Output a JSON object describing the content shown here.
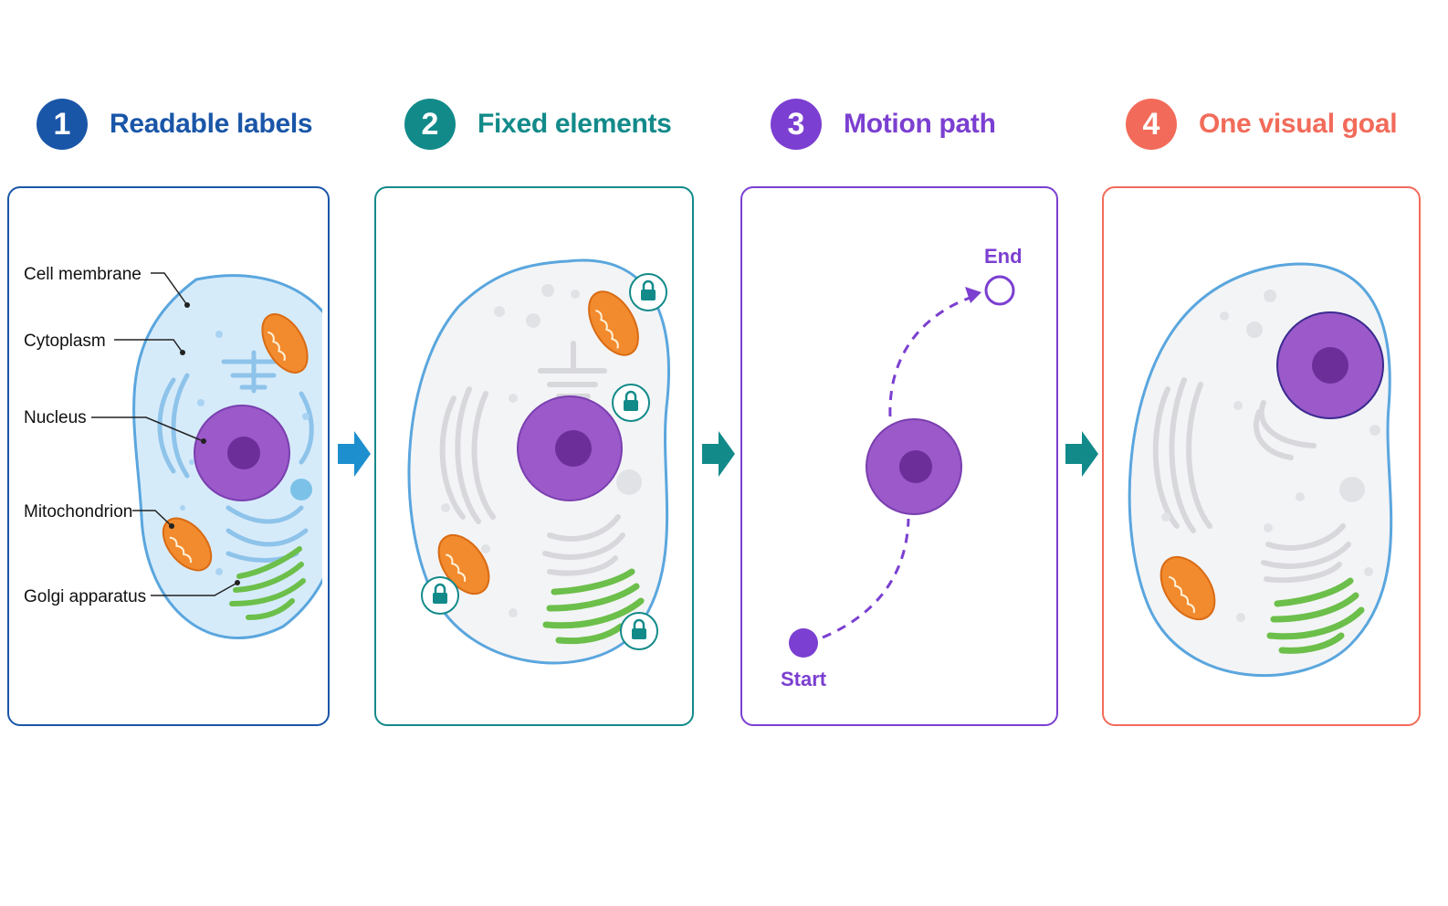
{
  "steps": [
    {
      "number": "1",
      "title": "Readable labels",
      "color": "#1a56a8"
    },
    {
      "number": "2",
      "title": "Fixed elements",
      "color": "#138a8a"
    },
    {
      "number": "3",
      "title": "Motion path",
      "color": "#7b3fd1"
    },
    {
      "number": "4",
      "title": "One visual goal",
      "color": "#f26b5a"
    }
  ],
  "labels": {
    "cell_membrane": "Cell membrane",
    "cytoplasm": "Cytoplasm",
    "nucleus": "Nucleus",
    "mitochondrion": "Mitochondrion",
    "golgi": "Golgi apparatus"
  },
  "motion": {
    "end_label": "End",
    "start_label": "Start"
  },
  "colors": {
    "arrow_blue": "#1e8fce",
    "arrow_teal": "#138a8a",
    "nucleus_fill": "#9b59c9",
    "nucleolus_fill": "#6c2f9a",
    "mito_fill": "#f28a2e",
    "golgi_green": "#6cbf4a",
    "membrane_blue": "#5aa6de"
  }
}
